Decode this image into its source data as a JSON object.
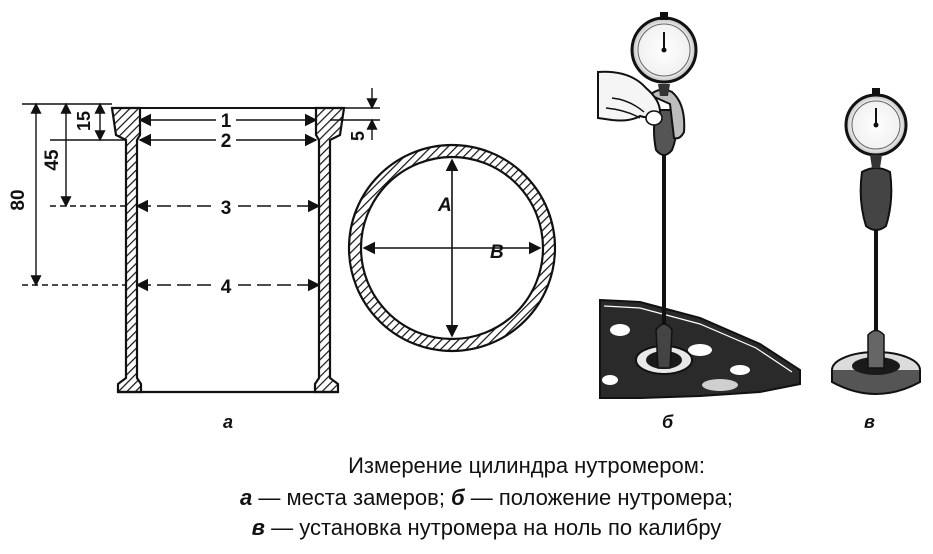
{
  "caption": {
    "title": "Измерение цилиндра нутромером:",
    "line1_letter": "а",
    "line1_text": " — места замеров; ",
    "line1_letter2": "б",
    "line1_text2": " — положение нутромера;",
    "line2_letter": "в",
    "line2_text": " — установка нутромера на ноль по калибру"
  },
  "panels": {
    "a_label": "а",
    "b_label": "б",
    "v_label": "в"
  },
  "dimensions": {
    "d80": "80",
    "d45": "45",
    "d15": "15",
    "d5": "5",
    "level1": "1",
    "level2": "2",
    "level3": "3",
    "level4": "4",
    "axis_a": "A",
    "axis_b": "B"
  }
}
